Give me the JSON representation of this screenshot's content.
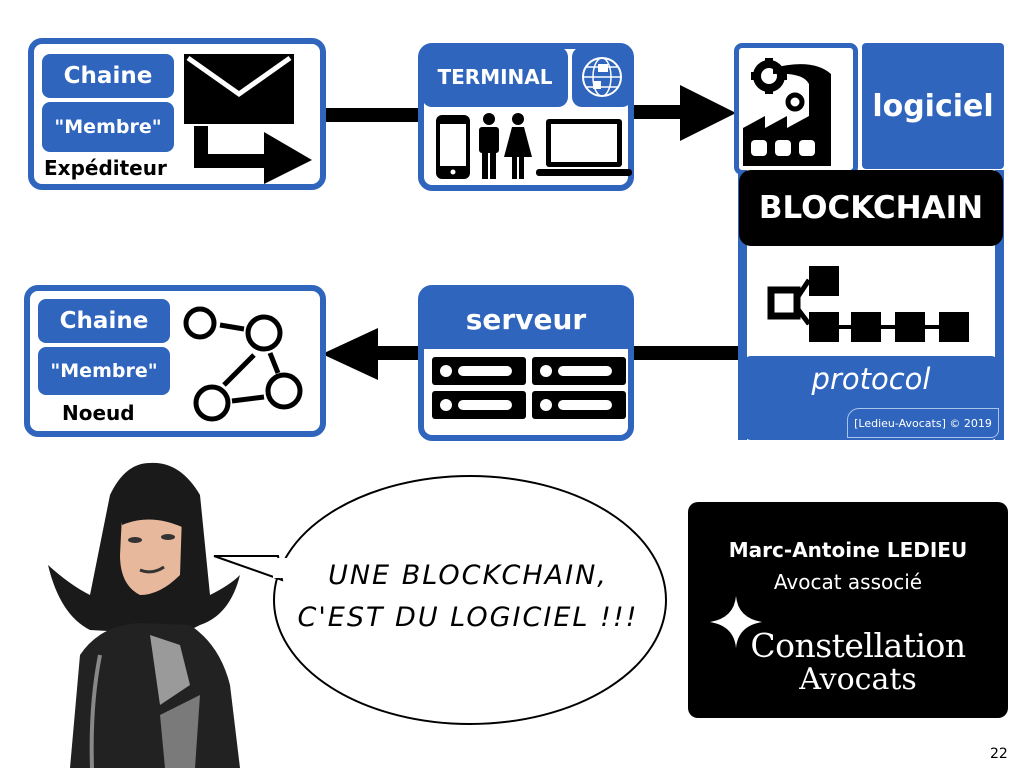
{
  "colors": {
    "brand_blue": "#2f65bd",
    "black": "#000000",
    "white": "#ffffff"
  },
  "sender_box": {
    "chain_label": "Chaine",
    "member_label": "\"Membre\"",
    "role_label": "Expéditeur",
    "icons": [
      "envelope-icon",
      "send-arrow-icon"
    ]
  },
  "terminal_box": {
    "title": "TERMINAL",
    "icons": [
      "globe-icon",
      "smartphone-icon",
      "man-icon",
      "woman-icon",
      "laptop-icon"
    ]
  },
  "software_box": {
    "label": "logiciel",
    "icons": [
      "factory-gears-icon"
    ]
  },
  "blockchain_box": {
    "title": "BLOCKCHAIN",
    "protocol_label": "protocol",
    "copyright": "[Ledieu-Avocats] © 2019",
    "icons": [
      "block-chain-icon"
    ]
  },
  "server_box": {
    "title": "serveur",
    "icons": [
      "server-rack-icon"
    ]
  },
  "node_box": {
    "chain_label": "Chaine",
    "member_label": "\"Membre\"",
    "role_label": "Noeud",
    "icons": [
      "network-nodes-icon"
    ]
  },
  "speech_bubble": {
    "line1": "UNE BLOCKCHAIN,",
    "line2": "C'EST DU LOGICIEL !!!"
  },
  "author_card": {
    "name": "Marc-Antoine LEDIEU",
    "role": "Avocat associé",
    "firm_line1": "Constellation",
    "firm_line2": "Avocats"
  },
  "page_number": "22"
}
